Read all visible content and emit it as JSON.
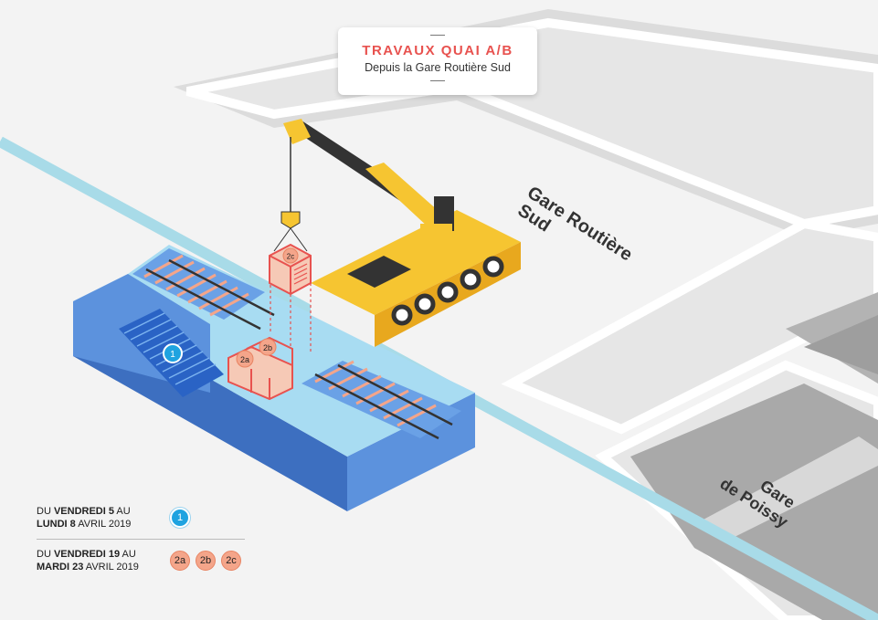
{
  "title_card": {
    "title": "TRAVAUX QUAI A/B",
    "subtitle": "Depuis la Gare Routière Sud"
  },
  "map_labels": {
    "gare_routiere_line1": "Gare Routière",
    "gare_routiere_line2": "Sud",
    "gare_poissy_line1": "Gare",
    "gare_poissy_line2": "de Poissy"
  },
  "markers": {
    "m1": "1",
    "m2a": "2a",
    "m2b": "2b",
    "m2c": "2c"
  },
  "legend": {
    "row1": {
      "line1_prefix": "DU ",
      "line1_bold": "VENDREDI 5",
      "line1_suffix": " AU",
      "line2_bold": "LUNDI 8",
      "line2_suffix": " AVRIL 2019",
      "badges": [
        "1"
      ]
    },
    "row2": {
      "line1_prefix": "DU ",
      "line1_bold": "VENDREDI 19",
      "line1_suffix": " AU",
      "line2_bold": "MARDI 23",
      "line2_suffix": " AVRIL 2019",
      "badges": [
        "2a",
        "2b",
        "2c"
      ]
    }
  },
  "colors": {
    "background": "#f3f3f3",
    "road": "#e3e3e3",
    "building": "#a8a8a8",
    "water_line": "#a8dbe8",
    "platform_dark": "#4a7fd0",
    "platform_light": "#a8dcf2",
    "crane_yellow": "#f6c531",
    "crane_dark": "#333333",
    "accent_red": "#e8524f",
    "salmon": "#f4a58a",
    "marker_blue": "#1fa3e0"
  },
  "icons": [
    "crane-icon",
    "stairs-icon",
    "rail-track-icon",
    "hook-icon"
  ]
}
